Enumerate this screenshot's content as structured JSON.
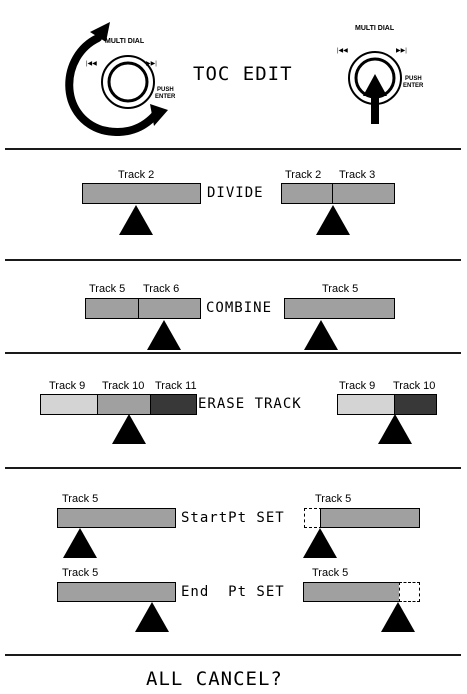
{
  "dial_left": {
    "title": "MULTI DIAL",
    "push_line1": "PUSH",
    "push_line2": "ENTER",
    "prev_symbol": "|◀◀",
    "next_symbol": "▶▶|"
  },
  "dial_right": {
    "title": "MULTI DIAL",
    "push_line1": "PUSH",
    "push_line2": "ENTER",
    "prev_symbol": "|◀◀",
    "next_symbol": "▶▶|"
  },
  "toc_edit": "TOC EDIT",
  "divide": {
    "display": "DIVIDE",
    "before": [
      "Track 2"
    ],
    "after": [
      "Track 2",
      "Track 3"
    ]
  },
  "combine": {
    "display": "COMBINE",
    "before": [
      "Track 5",
      "Track 6"
    ],
    "after": [
      "Track 5"
    ]
  },
  "erase": {
    "display": "ERASE TRACK",
    "before": [
      "Track 9",
      "Track 10",
      "Track 11"
    ],
    "after": [
      "Track 9",
      "Track 10"
    ]
  },
  "start_set": {
    "display": "StartPt SET",
    "before": "Track 5",
    "after": "Track 5"
  },
  "end_set": {
    "display": "End  Pt SET",
    "before": "Track 5",
    "after": "Track 5"
  },
  "all_cancel": "ALL CANCEL?",
  "colors": {
    "track_mid": "#a0a0a0",
    "track_light": "#d4d4d4",
    "track_dark": "#383838",
    "rule": "#1a1a1a"
  }
}
